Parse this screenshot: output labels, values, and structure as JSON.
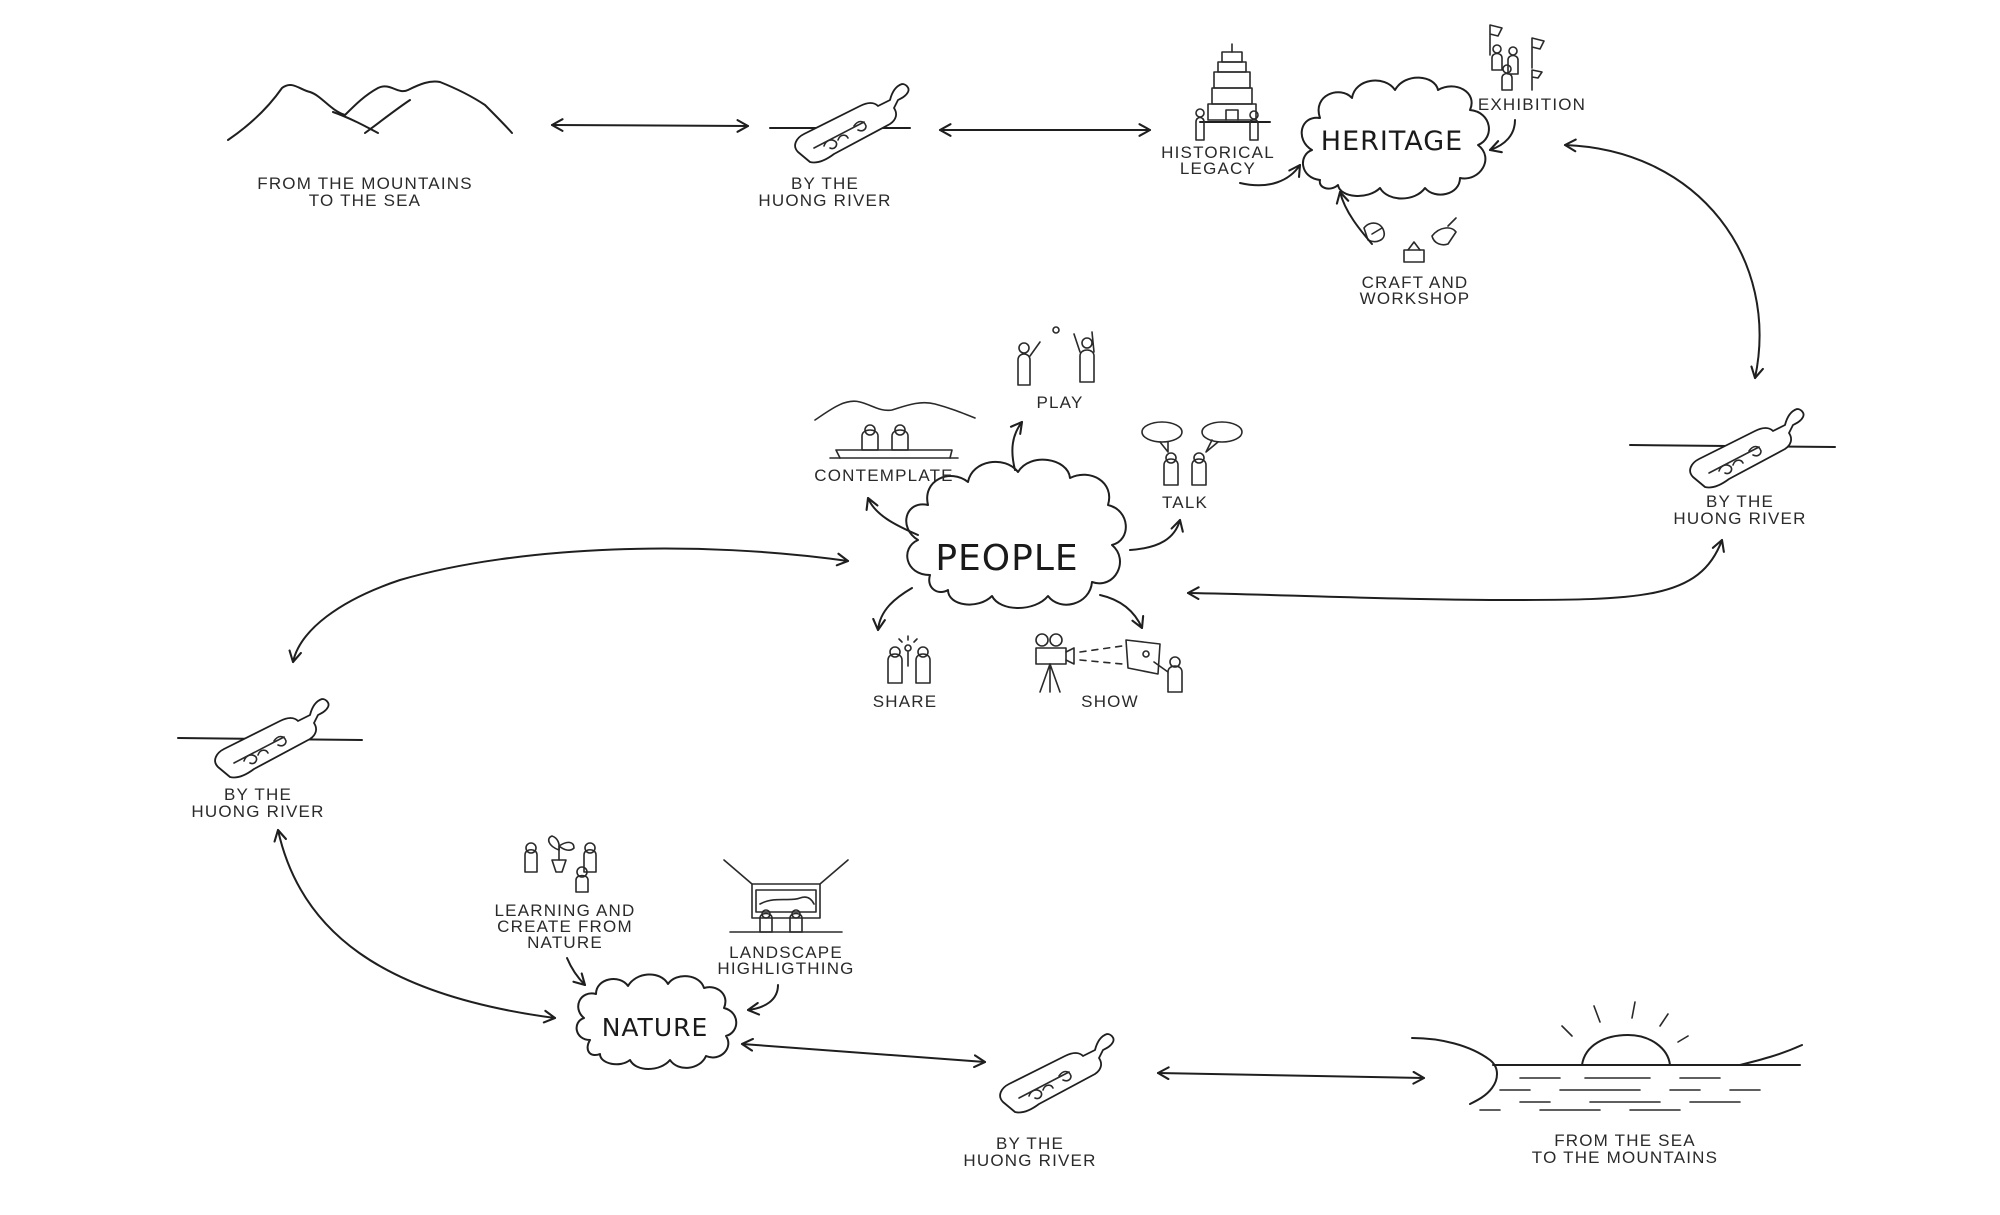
{
  "nodes": {
    "mountains_to_sea": {
      "line1": "FROM THE MOUNTAINS",
      "line2": "TO THE SEA",
      "icon": "mountains-icon"
    },
    "river_top": {
      "line1": "BY THE",
      "line2": "HUONG RIVER",
      "icon": "bottle-icon"
    },
    "historical_legacy": {
      "line1": "HISTORICAL",
      "line2": "LEGACY",
      "icon": "tower-icon"
    },
    "heritage": {
      "label": "HERITAGE"
    },
    "exhibition": {
      "label": "EXHIBITION",
      "icon": "flags-icon"
    },
    "craft_workshop": {
      "line1": "CRAFT AND",
      "line2": "WORKSHOP",
      "icon": "craft-icon"
    },
    "river_right": {
      "line1": "BY THE",
      "line2": "HUONG RIVER",
      "icon": "bottle-icon"
    },
    "play": {
      "label": "PLAY",
      "icon": "play-icon"
    },
    "contemplate": {
      "label": "CONTEMPLATE",
      "icon": "contemplate-icon"
    },
    "talk": {
      "label": "TALK",
      "icon": "talk-icon"
    },
    "people": {
      "label": "PEOPLE"
    },
    "share": {
      "label": "SHARE",
      "icon": "share-icon"
    },
    "show": {
      "label": "SHOW",
      "icon": "projector-icon"
    },
    "river_left": {
      "line1": "BY THE",
      "line2": "HUONG RIVER",
      "icon": "bottle-icon"
    },
    "learning": {
      "line1": "LEARNING AND",
      "line2": "CREATE FROM",
      "line3": "NATURE",
      "icon": "plants-icon"
    },
    "landscape": {
      "line1": "LANDSCAPE",
      "line2": "HIGHLIGTHING",
      "icon": "window-icon"
    },
    "nature": {
      "label": "NATURE"
    },
    "river_bottom": {
      "line1": "BY THE",
      "line2": "HUONG RIVER",
      "icon": "bottle-icon"
    },
    "sea_to_mountains": {
      "line1": "FROM THE SEA",
      "line2": "TO THE MOUNTAINS",
      "icon": "sunset-icon"
    }
  }
}
